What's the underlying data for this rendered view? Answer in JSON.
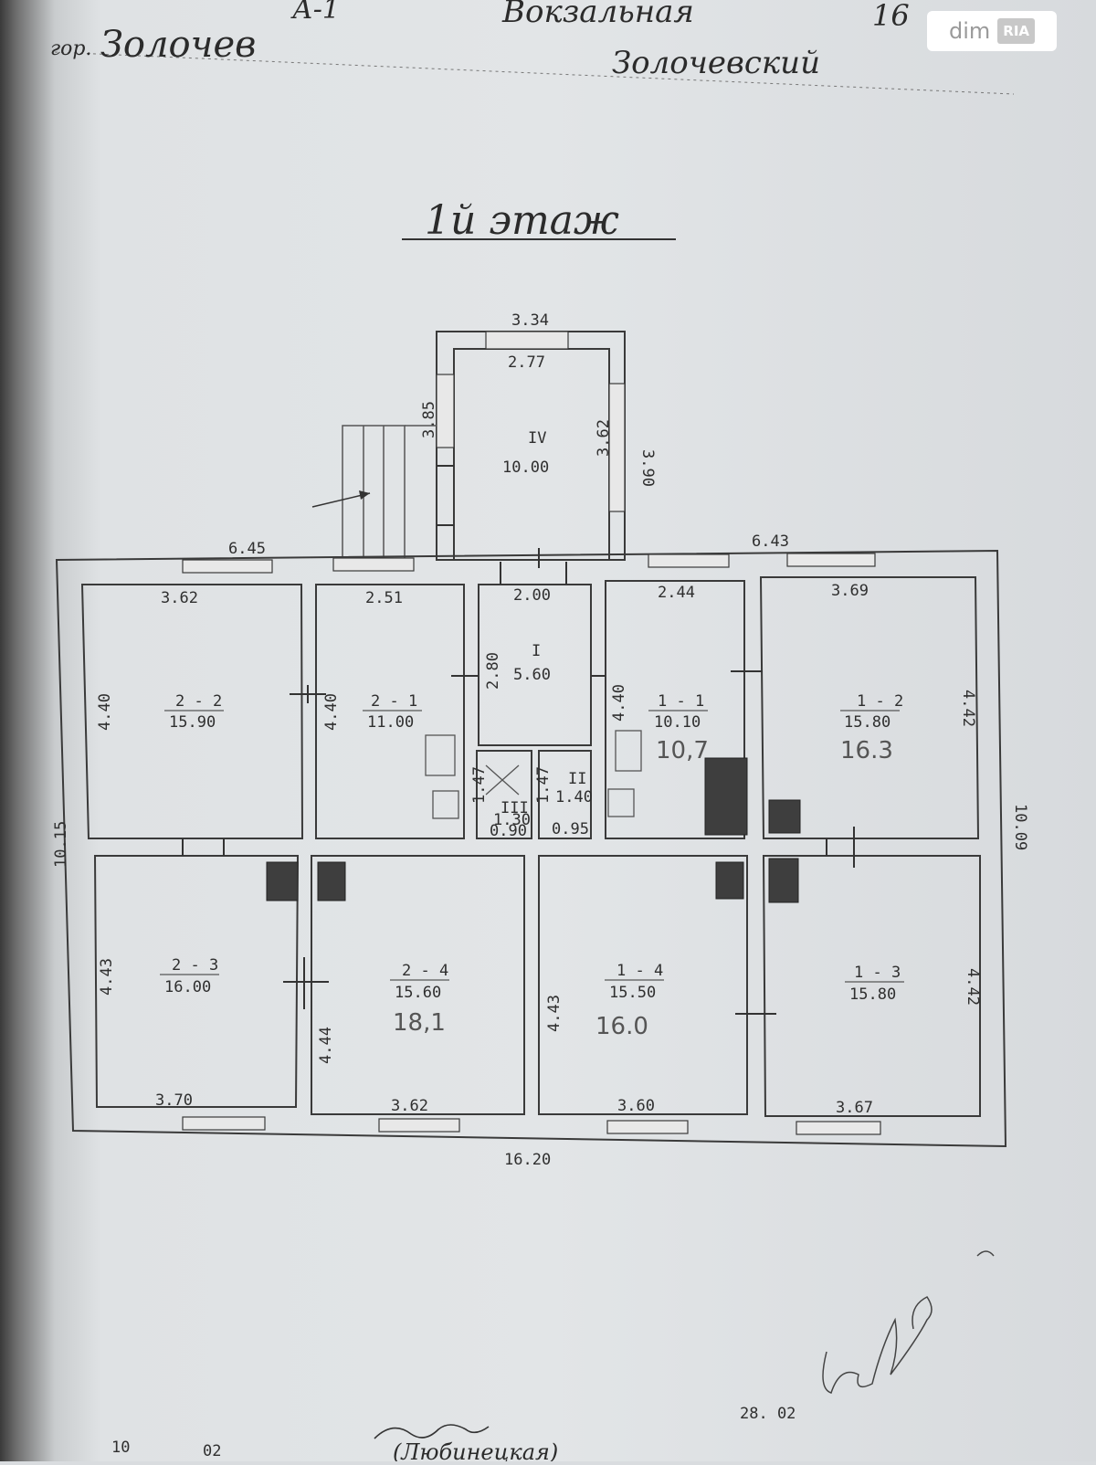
{
  "header": {
    "letter": "А-1",
    "street": "Вокзальная",
    "number": "16",
    "city": "Золочев",
    "city_prefix": "гор.",
    "district": "Золочевский"
  },
  "watermark": {
    "text_dim": "dim",
    "text_ria": "RIA"
  },
  "title": "1й этаж",
  "outer_dims": {
    "top_left": "6.45",
    "top_right": "6.43",
    "bottom": "16.20",
    "left": "10.15",
    "right": "10.09"
  },
  "annex": {
    "top": "3.34",
    "inner_top": "2.77",
    "left": "3.85",
    "right_inner": "3.62",
    "right_outer": "3.90",
    "room_num": "IV",
    "room_area": "10.00"
  },
  "rooms": [
    {
      "id": "2-2",
      "num": "2 - 2",
      "area": "15.90",
      "top": "3.62",
      "side": "4.40"
    },
    {
      "id": "2-1",
      "num": "2 - 1",
      "area": "11.00",
      "top": "2.51",
      "side": "4.40"
    },
    {
      "id": "I",
      "num": "I",
      "area": "5.60",
      "top": "2.00",
      "side": "2.80"
    },
    {
      "id": "1-1",
      "num": "1 - 1",
      "area": "10.10",
      "top": "2.44",
      "side": "4.40",
      "pencil": "10,7"
    },
    {
      "id": "1-2",
      "num": "1 - 2",
      "area": "15.80",
      "top": "3.69",
      "side": "4.42",
      "pencil": "16.3"
    },
    {
      "id": "2-3",
      "num": "2 - 3",
      "area": "16.00",
      "bottom": "3.70",
      "side": "4.43"
    },
    {
      "id": "2-4",
      "num": "2 - 4",
      "area": "15.60",
      "bottom": "3.62",
      "side": "4.44",
      "pencil": "18,1"
    },
    {
      "id": "1-4",
      "num": "1 - 4",
      "area": "15.50",
      "bottom": "3.60",
      "side": "4.43",
      "pencil": "16.0"
    },
    {
      "id": "1-3",
      "num": "1 - 3",
      "area": "15.80",
      "bottom": "3.67",
      "side": "4.42"
    }
  ],
  "small_rooms": [
    {
      "id": "III",
      "num": "III",
      "area": "1.30",
      "dim_a": "1.47",
      "dim_b": "0.90"
    },
    {
      "id": "II",
      "num": "II",
      "area": "1.40",
      "dim_a": "1.47",
      "dim_b": "0.95"
    }
  ],
  "footer": {
    "date": "28. 02",
    "left_a": "10",
    "left_b": "02",
    "signature_line": "(Любинецкая)"
  }
}
